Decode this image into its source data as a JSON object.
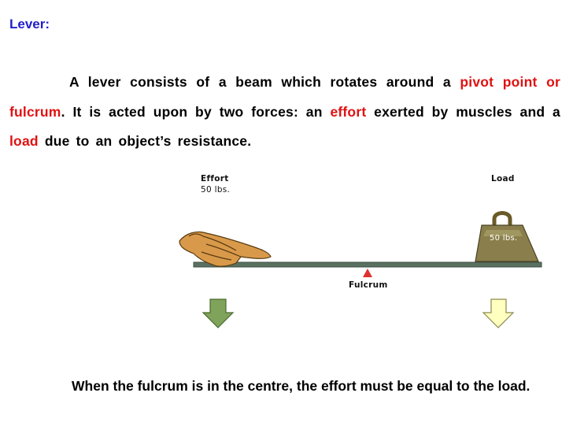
{
  "title": "Lever:",
  "paragraph": {
    "part1": "A lever consists of a beam which rotates around a ",
    "pivot": "pivot point or fulcrum",
    "part2": ". It is acted upon by two forces: an ",
    "effort": "effort",
    "part3": " exerted by muscles and a ",
    "load": "load",
    "part4": " due to an object’s resistance."
  },
  "diagram": {
    "effort_label": "Effort",
    "effort_value": "50 lbs.",
    "load_label": "Load",
    "weight_text": "50 lbs.",
    "fulcrum_label": "Fulcrum"
  },
  "conclusion": "When the fulcrum is in the centre, the effort must be equal to the load.",
  "colors": {
    "title": "#1f1fcc",
    "highlight": "#e01212",
    "effort_arrow": "#7fa35a",
    "load_arrow": "#ffffc0",
    "beam": "#5a7060",
    "fulcrum": "#e03030"
  }
}
